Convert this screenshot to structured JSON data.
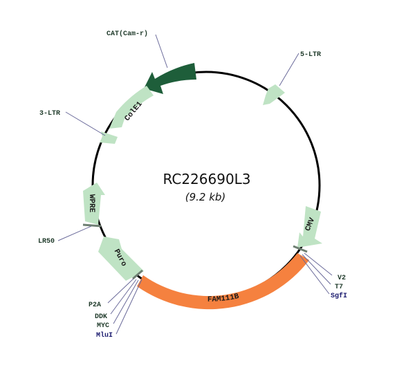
{
  "plasmid": {
    "name": "RC226690L3",
    "size": "(9.2 kb)"
  },
  "colors": {
    "backbone": "#000000",
    "light_feature": "#bfe3c4",
    "dark_feature": "#1e5e3a",
    "gene": "#f5813f",
    "label_dark": "#1f3a2a",
    "label_site": "#1a1a6e",
    "leader": "#6a6a9a",
    "marker": "#6e7f72"
  },
  "features": [
    {
      "name": "CAT(Cam-r)",
      "label": "",
      "color": "dark",
      "direction": "ccw"
    },
    {
      "name": "5-LTR",
      "label": "",
      "color": "light",
      "direction": "cw"
    },
    {
      "name": "CMV",
      "label": "CMV",
      "color": "light",
      "direction": "cw"
    },
    {
      "name": "FAM111B",
      "label": "FAM111B",
      "color": "gene",
      "direction": "none"
    },
    {
      "name": "Puro",
      "label": "Puro",
      "color": "light",
      "direction": "ccw"
    },
    {
      "name": "WPRE",
      "label": "WPRE",
      "color": "light",
      "direction": "ccw"
    },
    {
      "name": "3-LTR",
      "label": "",
      "color": "light",
      "direction": "ccw"
    },
    {
      "name": "ColE1",
      "label": "ColE1",
      "color": "light",
      "direction": "ccw"
    }
  ],
  "labels": {
    "cat": "CAT(Cam-r)",
    "ltr5": "5-LTR",
    "ltr3": "3-LTR",
    "lr50": "LR50",
    "v2": "V2",
    "t7": "T7",
    "sgfi": "SgfI",
    "p2a": "P2A",
    "ddk": "DDK",
    "myc": "MYC",
    "mlui": "MluI"
  },
  "feature_labels": {
    "cole1": "ColE1",
    "wpre": "WPRE",
    "puro": "Puro",
    "cmv": "CMV",
    "fam111b": "FAM111B"
  }
}
